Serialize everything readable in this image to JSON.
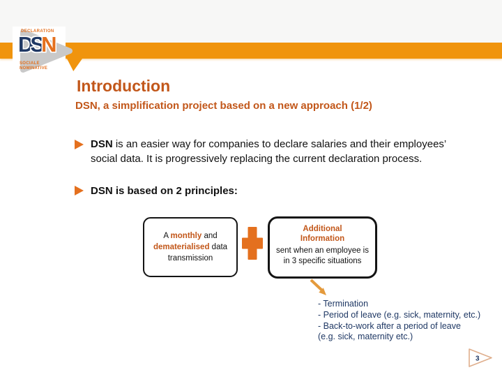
{
  "slide": {
    "title": "Introduction",
    "subtitle": "DSN, a simplification project based on a new approach (1/2)",
    "page_number": "3"
  },
  "logo": {
    "top_text": "DECLARATION",
    "letters": [
      "D",
      "S",
      "N"
    ],
    "bottom_text_1": "SOCIALE",
    "bottom_text_2": "NOMINATIVE"
  },
  "bullets": [
    {
      "segments": [
        {
          "text": "DSN",
          "bold": true
        },
        {
          "text": " is an easier way for companies to declare salaries and their employees’ social data. It is progressively replacing the current declaration process."
        }
      ]
    },
    {
      "segments": [
        {
          "text": "DSN is based on 2 principles:",
          "bold": true
        }
      ]
    }
  ],
  "principles": {
    "left_box_segments": [
      {
        "text": "A "
      },
      {
        "text": "monthly",
        "bold": true,
        "color": "#C2571A"
      },
      {
        "text": " and "
      },
      {
        "text": "dematerialised",
        "bold": true,
        "color": "#C2571A"
      },
      {
        "text": " data transmission"
      }
    ],
    "right_box": {
      "title": "Additional Information",
      "body": "sent when an employee is in 3 specific situations"
    }
  },
  "situations": [
    "- Termination",
    "- Period of leave (e.g. sick, maternity, etc.)",
    "- Back-to-work after a period of leave",
    "(e.g. sick, maternity etc.)"
  ],
  "colors": {
    "bar_orange": "#F0940D",
    "accent_orange": "#C2571A",
    "bullet_orange": "#E4701E",
    "navy": "#1F3864",
    "logo_gray": "#C9C9C9"
  }
}
